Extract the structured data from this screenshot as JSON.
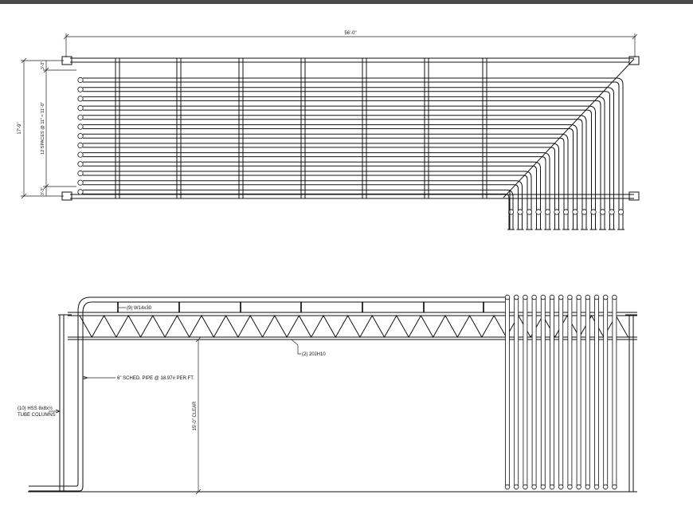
{
  "plan_view": {
    "dims": {
      "overall_length": "56'-0\"",
      "overall_width": "17'-9\"",
      "top_offset": "3'-3\"",
      "spacing": "12 SPACES @ 11\" = 11'-0\"",
      "bottom_offset": "3'-3\""
    }
  },
  "elevation_view": {
    "labels": {
      "joists": "(9) W14x30",
      "beams": "(2) 20JH10",
      "pipe": "6\" SCHED. PIPE @ 18.97# PER FT.",
      "columns_line1": "(10) HSS 8x8x½",
      "columns_line2": "TUBE COLUMNS",
      "clear_height": "15'-0\" CLEAR"
    }
  }
}
